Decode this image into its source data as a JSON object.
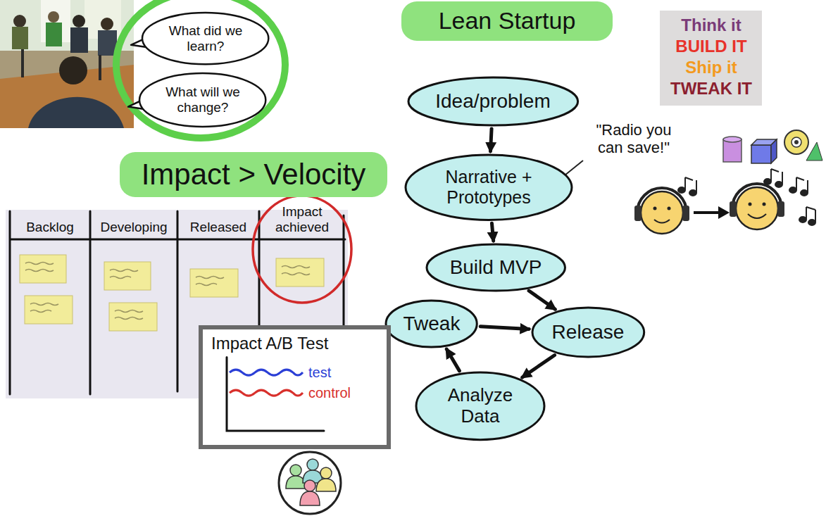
{
  "diagram": {
    "nodes": [
      {
        "text": [
          "What did we learn?"
        ]
      },
      {
        "text": [
          "What will we change?"
        ]
      },
      {
        "text": [
          "Lean Startup"
        ]
      },
      {
        "text": [
          "Idea/problem"
        ]
      },
      {
        "text": [
          "Narrative + Prototypes"
        ]
      },
      {
        "text": [
          "Impact > Velocity"
        ]
      },
      {
        "text": [
          "Build MVP"
        ]
      },
      {
        "text": [
          "Tweak"
        ]
      },
      {
        "text": [
          "Release"
        ]
      },
      {
        "text": [
          "Analyze Data"
        ]
      },
      {
        "text": [
          "Impact A/B Test",
          "test",
          "control"
        ]
      }
    ],
    "edges": [
      {
        "from": 3,
        "to": 4,
        "arrow": "to"
      },
      {
        "from": 4,
        "to": 6,
        "arrow": "to"
      },
      {
        "from": 6,
        "to": 8,
        "arrow": "to"
      },
      {
        "from": 8,
        "to": 9,
        "arrow": "to"
      },
      {
        "from": 9,
        "to": 7,
        "arrow": "to"
      },
      {
        "from": 7,
        "to": 8,
        "arrow": "to"
      }
    ],
    "labels": [
      "Backlog",
      "Developing",
      "Released",
      "Impact achieved",
      "\"Radio you can save!\"",
      "Think it",
      "BUILD IT",
      "Ship it",
      "TWEAK IT"
    ]
  }
}
